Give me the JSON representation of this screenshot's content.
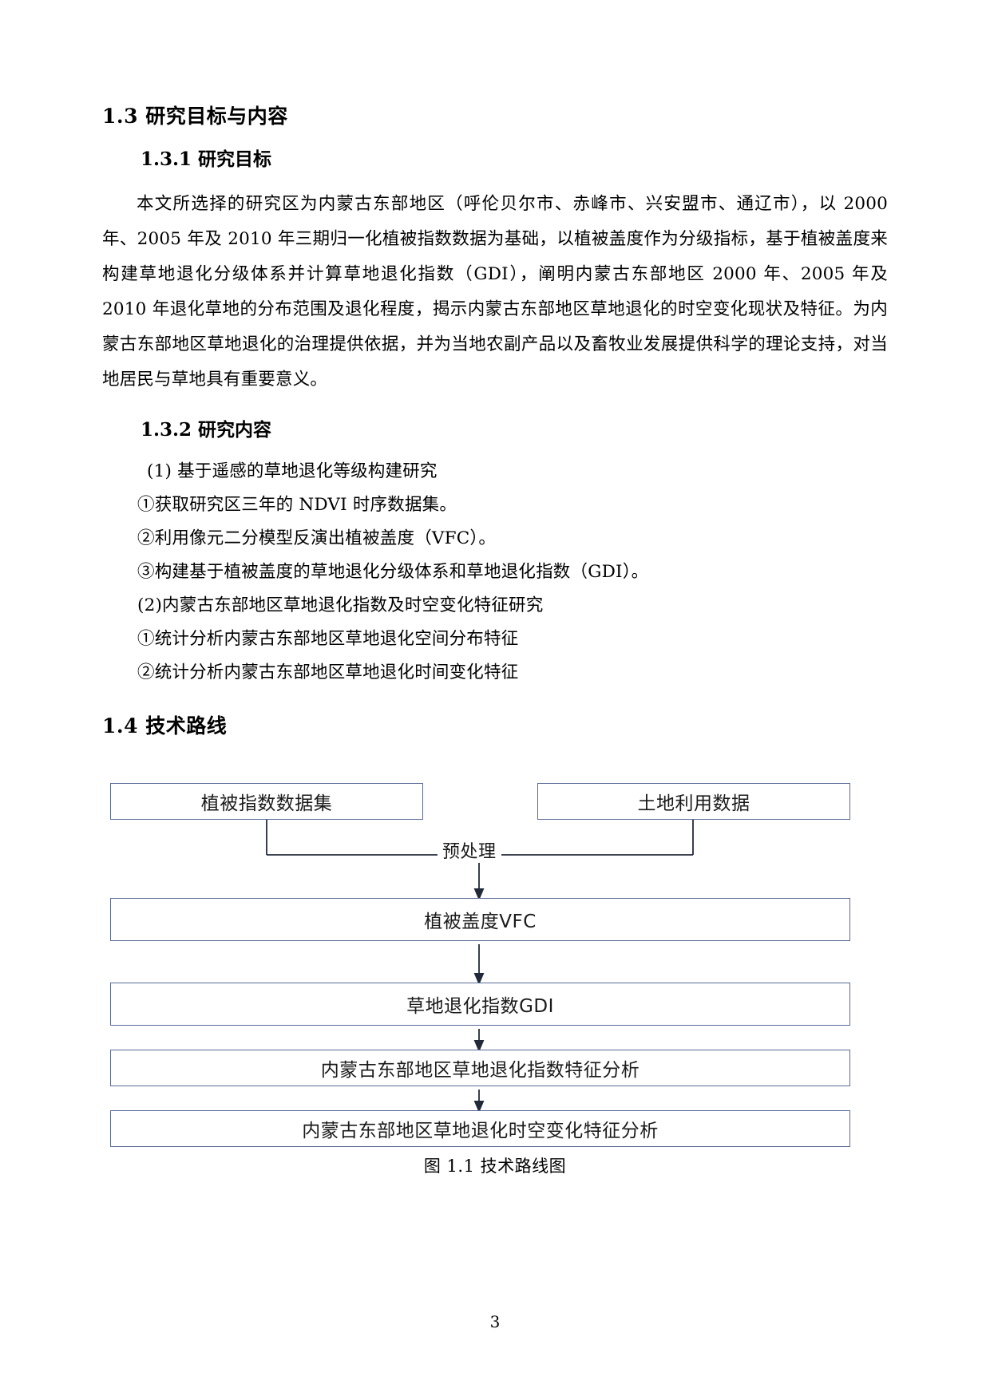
{
  "document": {
    "page_number": "3",
    "section_1_3": {
      "heading": "1.3 研究目标与内容",
      "sub_1_3_1": {
        "heading": "1.3.1 研究目标",
        "paragraph": "本文所选择的研究区为内蒙古东部地区（呼伦贝尔市、赤峰市、兴安盟市、通辽市），以 2000 年、2005 年及 2010 年三期归一化植被指数数据为基础，以植被盖度作为分级指标，基于植被盖度来构建草地退化分级体系并计算草地退化指数（GDI），阐明内蒙古东部地区 2000 年、2005 年及 2010 年退化草地的分布范围及退化程度，揭示内蒙古东部地区草地退化的时空变化现状及特征。为内蒙古东部地区草地退化的治理提供依据，并为当地农副产品以及畜牧业发展提供科学的理论支持，对当地居民与草地具有重要意义。"
      },
      "sub_1_3_2": {
        "heading": "1.3.2 研究内容",
        "items": [
          "(1) 基于遥感的草地退化等级构建研究",
          "①获取研究区三年的 NDVI 时序数据集。",
          "②利用像元二分模型反演出植被盖度（VFC）。",
          "③构建基于植被盖度的草地退化分级体系和草地退化指数（GDI）。",
          "(2)内蒙古东部地区草地退化指数及时空变化特征研究",
          "①统计分析内蒙古东部地区草地退化空间分布特征",
          "②统计分析内蒙古东部地区草地退化时间变化特征"
        ]
      }
    },
    "section_1_4": {
      "heading": "1.4 技术路线",
      "figure": {
        "caption": "图 1.1 技术路线图",
        "border_color": "#5b6a96",
        "nodes": {
          "top_left": "植被指数数据集",
          "top_right": "土地利用数据",
          "edge_label": "预处理",
          "step_1": "植被盖度VFC",
          "step_2": "草地退化指数GDI",
          "step_3": "内蒙古东部地区草地退化指数特征分析",
          "step_4": "内蒙古东部地区草地退化时空变化特征分析"
        }
      }
    }
  }
}
